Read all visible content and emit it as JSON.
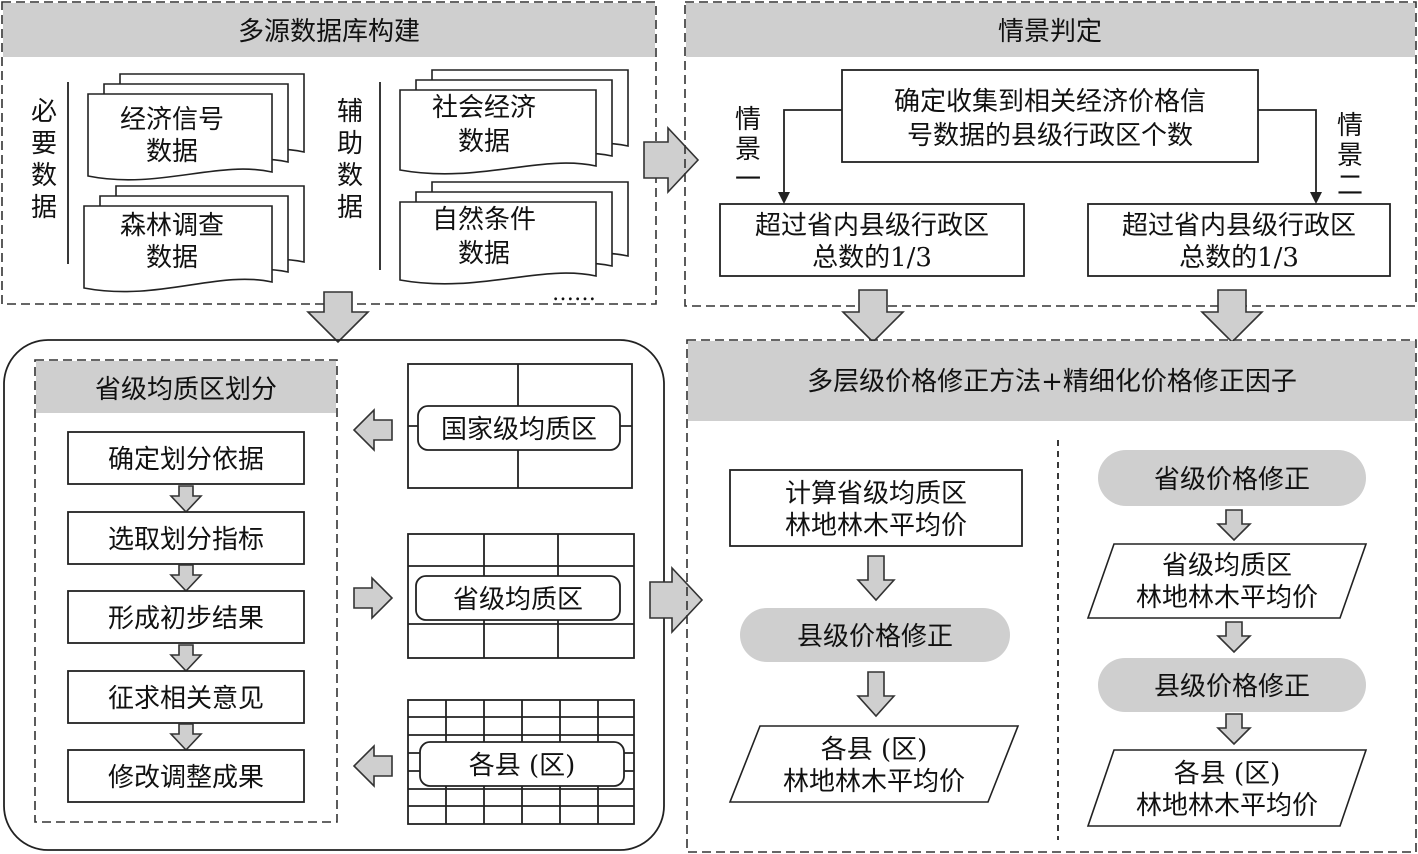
{
  "sections": {
    "database": {
      "title": "多源数据库构建",
      "required_label": "必要数据",
      "auxiliary_label": "辅助数据",
      "doc_econ_1": "经济信号",
      "doc_econ_2": "数据",
      "doc_forest_1": "森林调查",
      "doc_forest_2": "数据",
      "doc_social_1": "社会经济",
      "doc_social_2": "数据",
      "doc_nature_1": "自然条件",
      "doc_nature_2": "数据",
      "ellipsis": "……"
    },
    "scenario": {
      "title": "情景判定",
      "question_1": "确定收集到相关经济价格信",
      "question_2": "号数据的县级行政区个数",
      "left_label": "情景一",
      "right_label": "情景二",
      "left_box_1": "超过省内县级行政区",
      "left_box_2": "总数的1/3",
      "right_box_1": "超过省内县级行政区",
      "right_box_2": "总数的1/3"
    },
    "zoning": {
      "title": "省级均质区划分",
      "steps": [
        "确定划分依据",
        "选取划分指标",
        "形成初步结果",
        "征求相关意见",
        "修改调整成果"
      ],
      "national": "国家级均质区",
      "provincial": "省级均质区",
      "county": "各县 (区)"
    },
    "correction": {
      "title": "多层级价格修正方法+精细化价格修正因子",
      "left_calc_1": "计算省级均质区",
      "left_calc_2": "林地林木平均价",
      "left_pill": "县级价格修正",
      "left_result_1": "各县 (区)",
      "left_result_2": "林地林木平均价",
      "right_pill_1": "省级价格修正",
      "right_mid_1": "省级均质区",
      "right_mid_2": "林地林木平均价",
      "right_pill_2": "县级价格修正",
      "right_result_1": "各县 (区)",
      "right_result_2": "林地林木平均价"
    }
  }
}
